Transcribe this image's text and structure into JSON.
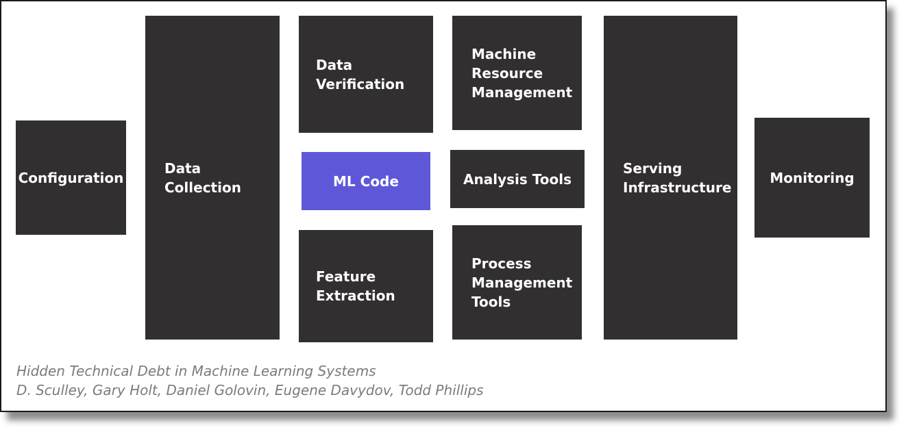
{
  "diagram": {
    "boxes": {
      "configuration": "Configuration",
      "data_collection": "Data\nCollection",
      "data_verification": "Data\nVerification",
      "ml_code": "ML Code",
      "feature_extraction": "Feature\nExtraction",
      "machine_resource_management": "Machine\nResource\nManagement",
      "analysis_tools": "Analysis Tools",
      "process_management_tools": "Process\nManagement\nTools",
      "serving_infrastructure": "Serving\nInfrastructure",
      "monitoring": "Monitoring"
    },
    "colors": {
      "box": "#322f30",
      "ml_code": "#5e58d9",
      "text": "#ffffff",
      "caption": "#7b7b7b"
    }
  },
  "caption": {
    "title": "Hidden Technical Debt in Machine Learning Systems",
    "authors": "D. Sculley, Gary Holt, Daniel Golovin, Eugene Davydov, Todd Phillips"
  }
}
